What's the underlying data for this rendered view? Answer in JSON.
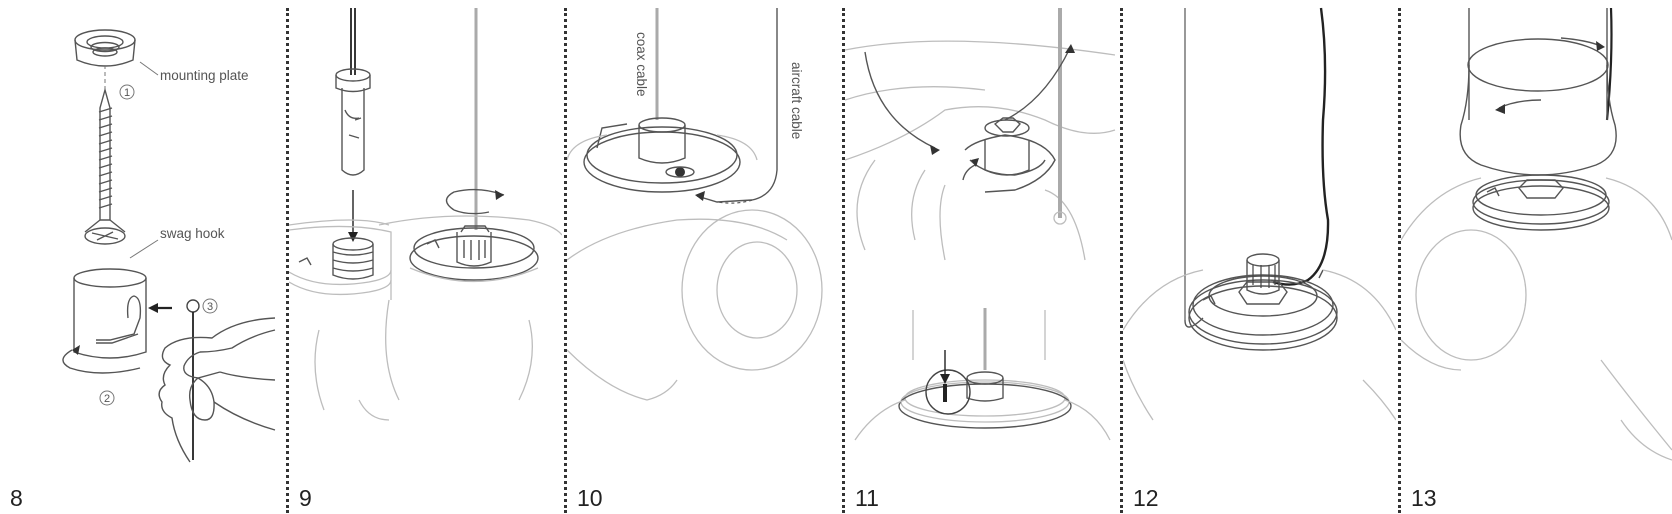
{
  "steps": [
    {
      "number": "8"
    },
    {
      "number": "9"
    },
    {
      "number": "10"
    },
    {
      "number": "11"
    },
    {
      "number": "12"
    },
    {
      "number": "13"
    }
  ],
  "labels": {
    "mounting_plate": "mounting plate",
    "swag_hook": "swag hook",
    "coax_cable": "coax cable",
    "aircraft_cable": "aircraft cable"
  },
  "callouts": [
    "1",
    "2",
    "3"
  ]
}
